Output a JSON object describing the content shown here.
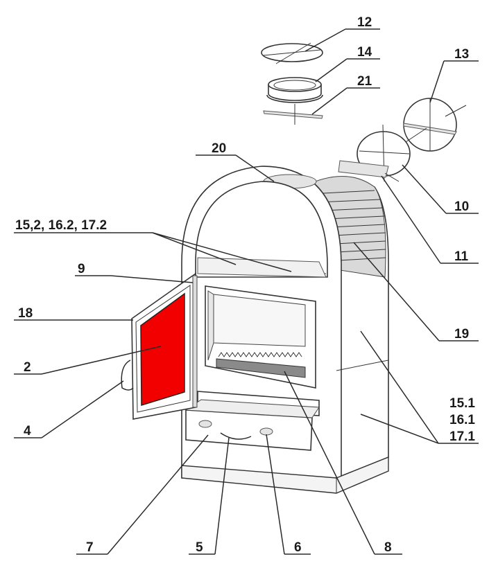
{
  "diagram": {
    "labels": {
      "l12": "12",
      "l14": "14",
      "l21": "21",
      "l13": "13",
      "l20": "20",
      "l10": "10",
      "l15_2": "15,2, 16.2, 17.2",
      "l11": "11",
      "l9": "9",
      "l18": "18",
      "l19": "19",
      "l2": "2",
      "l4": "4",
      "l15_1": "15.1",
      "l16_1": "16.1",
      "l17_1": "17.1",
      "l7": "7",
      "l5": "5",
      "l6": "6",
      "l8": "8"
    },
    "colors": {
      "glass": "#f20000",
      "line": "#2a2a2a"
    }
  }
}
